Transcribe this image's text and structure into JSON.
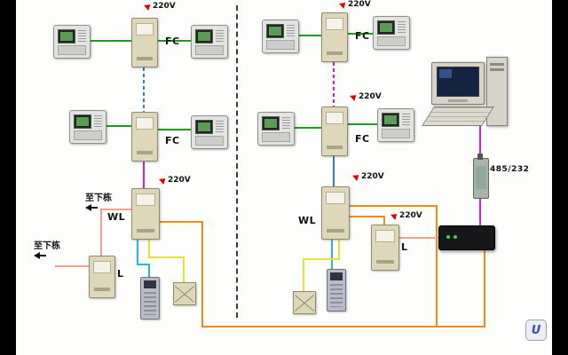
{
  "diagram": {
    "labels": {
      "fc": "FC",
      "wl": "WL",
      "l": "L",
      "power": "220V",
      "to_next_building": "至下栋",
      "converter": "485/232",
      "logo": "U"
    },
    "colors": {
      "wire_green": "#1f9a1f",
      "wire_magenta": "#cc22cc",
      "wire_blue": "#2f7fd6",
      "wire_cyan": "#29b6dd",
      "wire_yellow": "#e8e13a",
      "wire_orange": "#f08a18",
      "wire_salmon": "#f5a08c",
      "power_arrow_red": "#dd0000",
      "unit_beige": "#ded7ba",
      "logo_blue": "#3a49b4"
    }
  }
}
